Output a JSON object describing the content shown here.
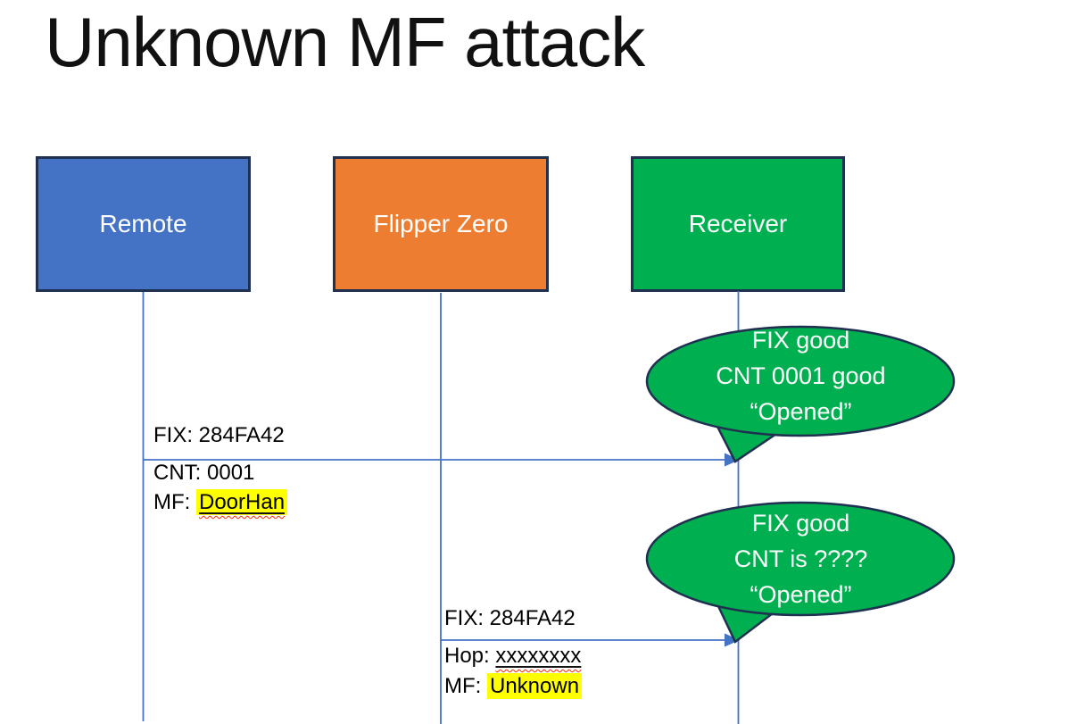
{
  "slide": {
    "title": "Unknown MF attack"
  },
  "actors": [
    {
      "label": "Remote",
      "fill": "#4472C4"
    },
    {
      "label": "Flipper Zero",
      "fill": "#ED7D31"
    },
    {
      "label": "Receiver",
      "fill": "#00B050"
    }
  ],
  "messages": [
    {
      "from": "Remote",
      "to": "Receiver",
      "line1": "FIX: 284FA42",
      "line2": "CNT: 0001",
      "line3_prefix": "MF: ",
      "line3_value": "DoorHan",
      "line3_style": "yellow-highlight solid-underline red-squiggle"
    },
    {
      "from": "Flipper Zero",
      "to": "Receiver",
      "line1": "FIX: 284FA42",
      "line2_prefix": "Hop: ",
      "line2_value": "xxxxxxxx",
      "line2_style": "solid-underline red-squiggle",
      "line3_prefix": "MF: ",
      "line3_value": "Unknown",
      "line3_style": "yellow-highlight"
    }
  ],
  "callouts": [
    {
      "line1": "FIX good",
      "line2": "CNT 0001 good",
      "line3": "“Opened”"
    },
    {
      "line1": "FIX good",
      "line2": "CNT is ????",
      "line3": "“Opened”"
    }
  ],
  "colors": {
    "actor_remote": "#4472C4",
    "actor_flipper": "#ED7D31",
    "actor_receiver": "#00B050",
    "callout_fill": "#00B050",
    "shape_outline": "#1F3050",
    "connector": "#4472C4",
    "highlight": "#FFFF00",
    "squiggle": "#FF2A00",
    "title_text": "#111111",
    "label_text": "#000000",
    "actor_text": "#FFFFFF"
  }
}
